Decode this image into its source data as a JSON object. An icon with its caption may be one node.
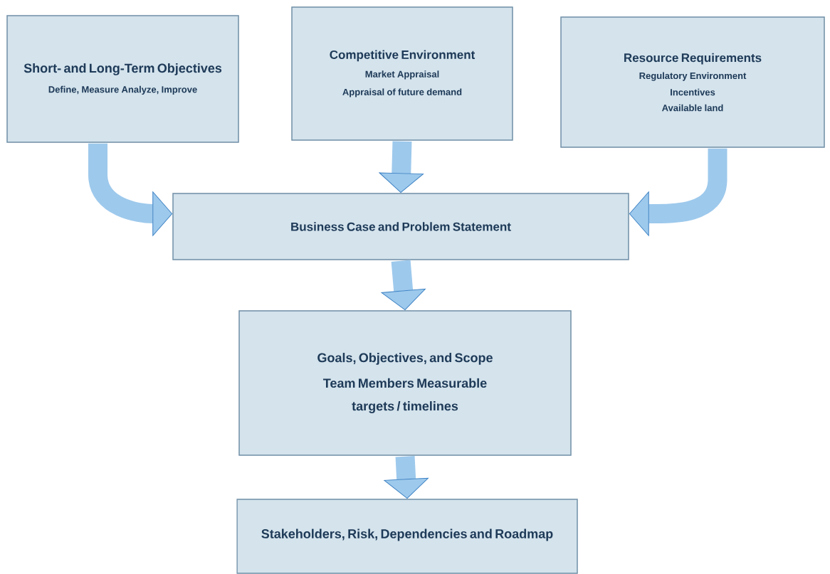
{
  "diagram": {
    "nodes": [
      {
        "text": [
          "Short- and Long-Term Objectives",
          "Define, Measure Analyze, Improve"
        ]
      },
      {
        "text": [
          "Competitive Environment",
          "Market Appraisal",
          "Appraisal of future demand"
        ]
      },
      {
        "text": [
          "Resource Requirements",
          "Regulatory Environment",
          "Incentives",
          "Available land"
        ]
      },
      {
        "text": [
          "Business Case and Problem Statement"
        ]
      },
      {
        "text": [
          "Goals, Objectives, and Scope",
          "Team Members Measurable",
          "targets / timelines"
        ]
      },
      {
        "text": [
          "Stakeholders, Risk, Dependencies and Roadmap"
        ]
      }
    ],
    "edges": [
      {
        "from": 0,
        "to": 3,
        "arrow": "to"
      },
      {
        "from": 1,
        "to": 3,
        "arrow": "to"
      },
      {
        "from": 2,
        "to": 3,
        "arrow": "to"
      },
      {
        "from": 3,
        "to": 4,
        "arrow": "to"
      },
      {
        "from": 4,
        "to": 5,
        "arrow": "to"
      }
    ]
  }
}
